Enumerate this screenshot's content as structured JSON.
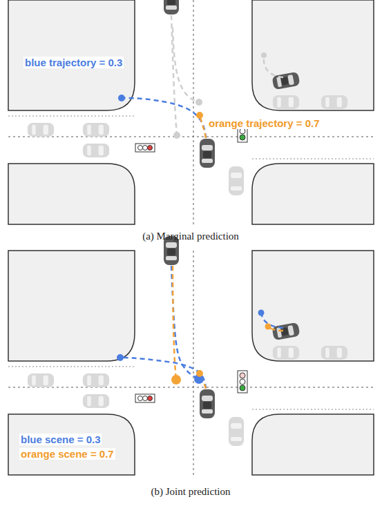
{
  "diagram": {
    "labels": [
      "blue trajectory = 0.3",
      "orange trajectory = 0.7",
      "(a) Marginal prediction",
      "blue scene = 0.3",
      "orange scene = 0.7",
      "(b) Joint prediction"
    ]
  }
}
